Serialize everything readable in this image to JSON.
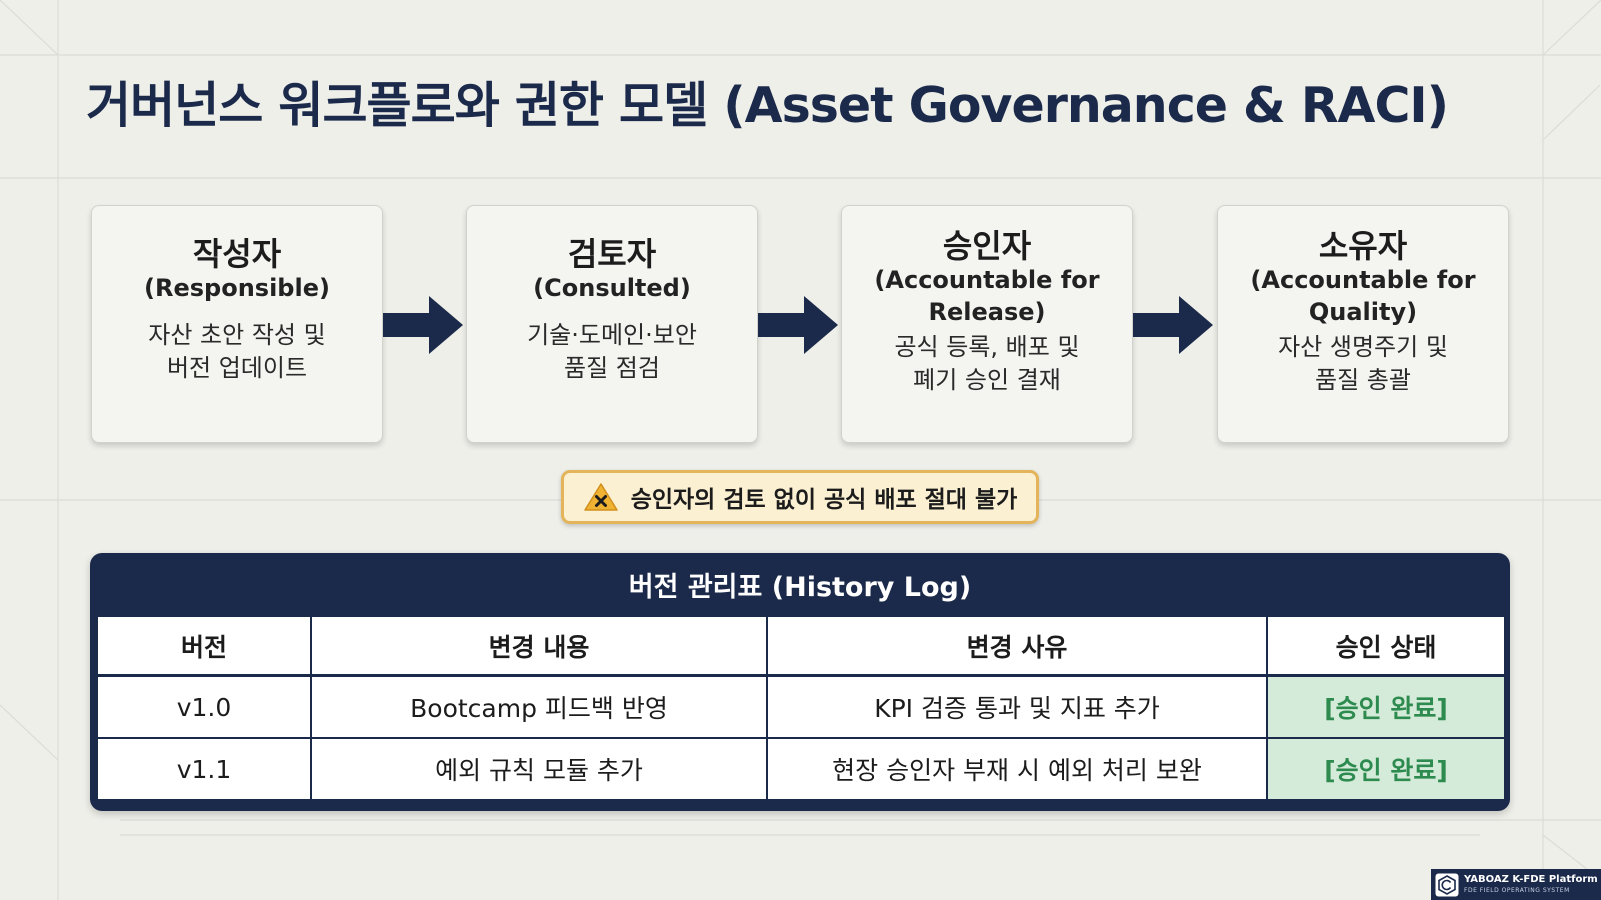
{
  "title": "거버넌스 워크플로와 권한 모델 (Asset Governance & RACI)",
  "roles": [
    {
      "name_ko": "작성자",
      "name_en": "(Responsible)",
      "desc": [
        "자산 초안 작성 및",
        "버전 업데이트"
      ]
    },
    {
      "name_ko": "검토자",
      "name_en": "(Consulted)",
      "desc": [
        "기술·도메인·보안",
        "품질 점검"
      ]
    },
    {
      "name_ko": "승인자",
      "name_en": "(Accountable for Release)",
      "desc": [
        "공식 등록, 배포 및",
        "폐기 승인 결재"
      ]
    },
    {
      "name_ko": "소유자",
      "name_en": "(Accountable for Quality)",
      "desc": [
        "자산 생명주기 및",
        "품질 총괄"
      ]
    }
  ],
  "warning": {
    "icon": "warning-triangle-icon",
    "text": "승인자의 검토 없이 공식 배포 절대 불가"
  },
  "history": {
    "title": "버전 관리표 (History Log)",
    "columns": [
      "버전",
      "변경 내용",
      "변경 사유",
      "승인 상태"
    ],
    "rows": [
      [
        "v1.0",
        "Bootcamp 피드백 반영",
        "KPI 검증 통과 및 지표 추가",
        "[승인 완료]"
      ],
      [
        "v1.1",
        "예외 규칙 모듈 추가",
        "현장 승인자 부재 시 예외 처리 보완",
        "[승인 완료]"
      ]
    ]
  },
  "brand": {
    "name": "YABOAZ K-FDE Platform",
    "subtitle": "FDE FIELD OPERATING SYSTEM"
  },
  "colors": {
    "navy": "#1b2a4a",
    "background": "#efefea",
    "warning_fill": "#fbf0d2",
    "warning_border": "#e3b45a",
    "status_fill": "#d5ebd9",
    "status_text": "#2e8b4f"
  }
}
